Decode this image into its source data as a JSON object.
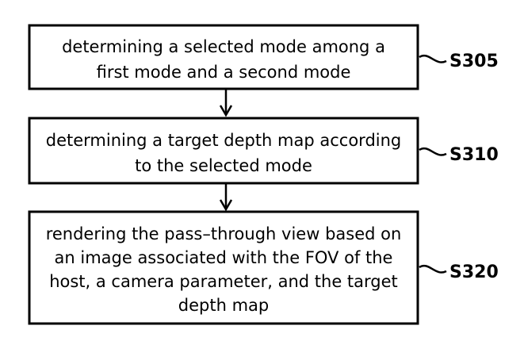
{
  "steps": [
    {
      "id": "S305",
      "lines": [
        "determining a selected mode among a",
        "first mode and a second mode"
      ]
    },
    {
      "id": "S310",
      "lines": [
        "determining a target depth map according",
        "to the selected mode"
      ]
    },
    {
      "id": "S320",
      "lines": [
        "rendering the pass–through view based on",
        "an image associated with the FOV of the",
        "host, a camera parameter, and the target",
        "depth map"
      ]
    }
  ]
}
